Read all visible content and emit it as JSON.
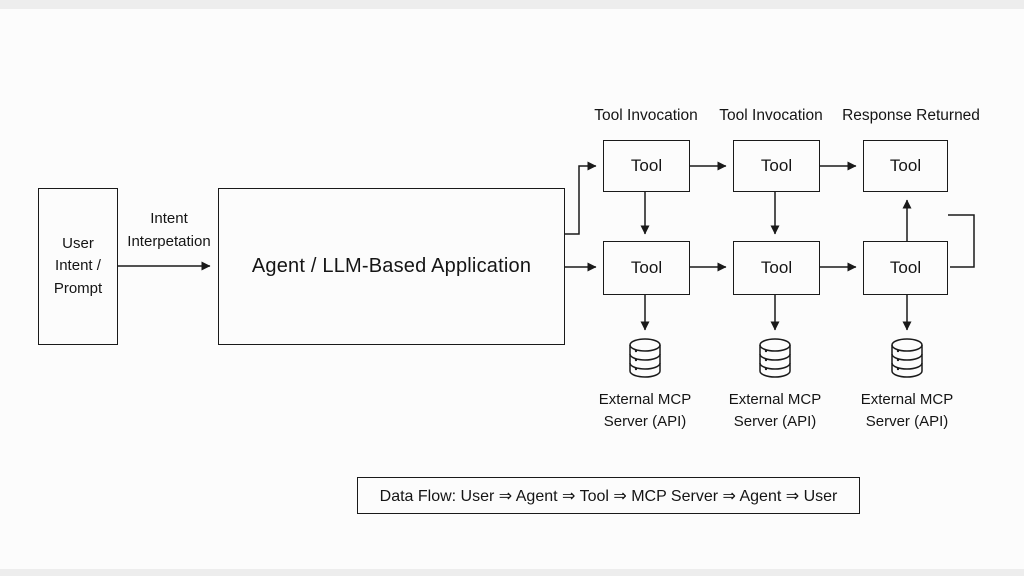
{
  "colors": {
    "background": "#fcfcfc",
    "line": "#1a1a1a",
    "text": "#151515"
  },
  "nodes": {
    "user_box_label": "User\nIntent /\nPrompt",
    "intent_arrow_label": "Intent\nInterpetation",
    "agent_box_label": "Agent / LLM-Based Application"
  },
  "column_headers": [
    "Tool Invocation",
    "Tool Invocation",
    "Response Returned"
  ],
  "tools_top": [
    "Tool",
    "Tool",
    "Tool"
  ],
  "tools_bottom": [
    "Tool",
    "Tool",
    "Tool"
  ],
  "mcp_servers": [
    "External MCP\nServer (API)",
    "External MCP\nServer (API)",
    "External MCP\nServer (API)"
  ],
  "legend": {
    "data_flow": "Data Flow: User ⇒ Agent ⇒ Tool ⇒ MCP Server ⇒ Agent ⇒ User"
  }
}
